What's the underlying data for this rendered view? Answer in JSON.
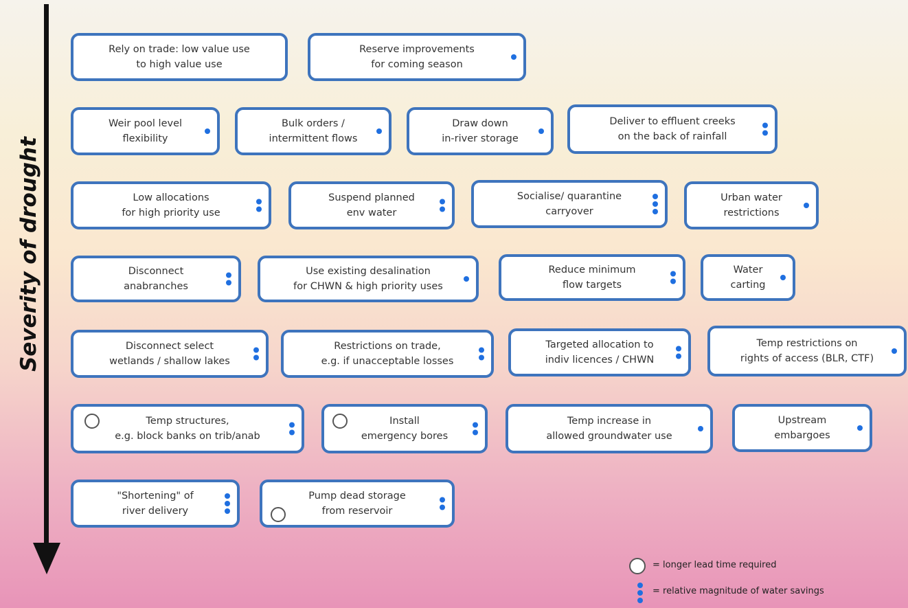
{
  "axis": {
    "label": "Severity of drought"
  },
  "legend": {
    "clock_text": "= longer lead time required",
    "bars_text": "= relative magnitude of water savings"
  },
  "boxes": [
    {
      "id": "rely-on-trade",
      "l1": "Rely on trade: low value use",
      "l2": "to high value use",
      "dots": 0,
      "clock": false
    },
    {
      "id": "reserve-improvements",
      "l1": "Reserve improvements",
      "l2": "for coming season",
      "dots": 1,
      "clock": false
    },
    {
      "id": "weir-pool-level",
      "l1": "Weir pool level",
      "l2": "flexibility",
      "dots": 1,
      "clock": false
    },
    {
      "id": "bulk-orders",
      "l1": "Bulk orders /",
      "l2": "intermittent flows",
      "dots": 1,
      "clock": false
    },
    {
      "id": "draw-down",
      "l1": "Draw down",
      "l2": "in-river storage",
      "dots": 1,
      "clock": false
    },
    {
      "id": "deliver-to-effluent",
      "l1": "Deliver to effluent creeks",
      "l2": "on the back of rainfall",
      "dots": 2,
      "clock": false
    },
    {
      "id": "low-allocations",
      "l1": "Low allocations",
      "l2": "for high priority use",
      "dots": 2,
      "clock": false
    },
    {
      "id": "suspend-planned",
      "l1": "Suspend planned",
      "l2": "env water",
      "dots": 2,
      "clock": false
    },
    {
      "id": "socialise-quarantine",
      "l1": "Socialise/ quarantine",
      "l2": "carryover",
      "dots": 3,
      "clock": false
    },
    {
      "id": "urban-water-restrictions",
      "l1": "Urban water",
      "l2": "restrictions",
      "dots": 1,
      "clock": false
    },
    {
      "id": "disconnect-anabranches",
      "l1": "Disconnect",
      "l2": "anabranches",
      "dots": 2,
      "clock": false
    },
    {
      "id": "use-existing-desalination",
      "l1": "Use existing desalination",
      "l2": "for CHWN & high priority uses",
      "dots": 1,
      "clock": false
    },
    {
      "id": "reduce-minimum-flow",
      "l1": "Reduce minimum",
      "l2": "flow targets",
      "dots": 2,
      "clock": false
    },
    {
      "id": "water-carting",
      "l1": "Water",
      "l2": "carting",
      "dots": 1,
      "clock": false
    },
    {
      "id": "disconnect-select-wetlands",
      "l1": "Disconnect select",
      "l2": "wetlands / shallow lakes",
      "dots": 2,
      "clock": false
    },
    {
      "id": "restrictions-on-trade",
      "l1": "Restrictions on trade,",
      "l2": "e.g. if unacceptable losses",
      "dots": 2,
      "clock": false
    },
    {
      "id": "targeted-allocation",
      "l1": "Targeted allocation to",
      "l2": "indiv licences / CHWN",
      "dots": 2,
      "clock": false
    },
    {
      "id": "temp-restrictions-access",
      "l1": "Temp restrictions on",
      "l2": "rights of access (BLR, CTF)",
      "dots": 1,
      "clock": false
    },
    {
      "id": "temp-structures",
      "l1": "Temp structures,",
      "l2": "e.g. block banks on trib/anab",
      "dots": 2,
      "clock": true
    },
    {
      "id": "install-emergency-bores",
      "l1": "Install",
      "l2": "emergency bores",
      "dots": 2,
      "clock": true
    },
    {
      "id": "temp-increase-groundwater",
      "l1": "Temp increase in",
      "l2": "allowed groundwater use",
      "dots": 1,
      "clock": false
    },
    {
      "id": "upstream-embargoes",
      "l1": "Upstream",
      "l2": "embargoes",
      "dots": 1,
      "clock": false
    },
    {
      "id": "shortening-river-delivery",
      "l1": "\"Shortening\" of",
      "l2": "river delivery",
      "dots": 3,
      "clock": false
    },
    {
      "id": "pump-dead-storage",
      "l1": "Pump dead storage",
      "l2": "from reservoir",
      "dots": 2,
      "clock": true
    }
  ]
}
